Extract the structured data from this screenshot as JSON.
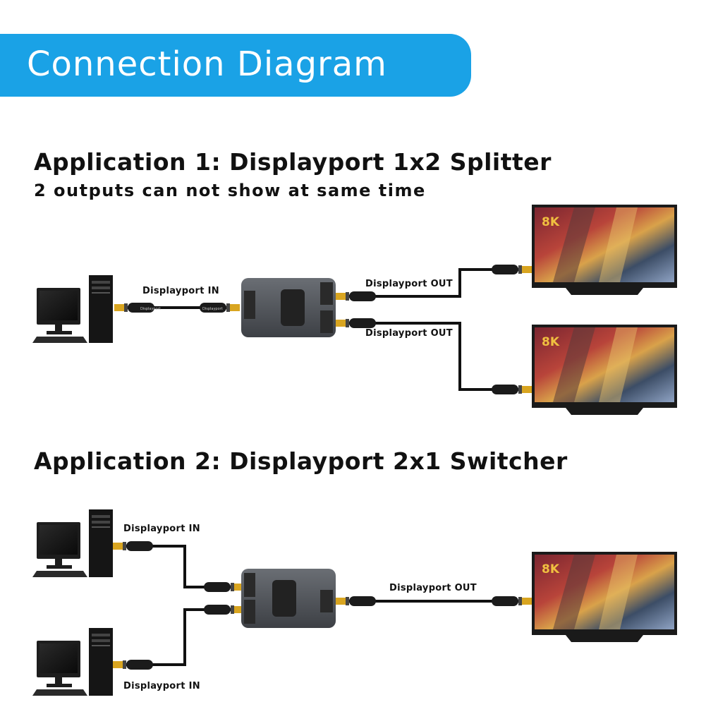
{
  "banner": {
    "title": "Connection Diagram"
  },
  "app1": {
    "title": "Application 1: Displayport 1x2 Splitter",
    "subtitle": "2 outputs can not show at same time",
    "in_label": "Displayport IN",
    "out_label_1": "Displayport OUT",
    "out_label_2": "Displayport OUT"
  },
  "app2": {
    "title": "Application 2: Displayport 2x1 Switcher",
    "in_label_1": "Displayport IN",
    "in_label_2": "Displayport IN",
    "out_label": "Displayport OUT"
  },
  "monitor_badge": "8K",
  "connector_text": "Displayport",
  "colors": {
    "accent": "#1aa2e6",
    "device": "#4a4d52",
    "cable": "#111111",
    "gold": "#d9a520"
  }
}
